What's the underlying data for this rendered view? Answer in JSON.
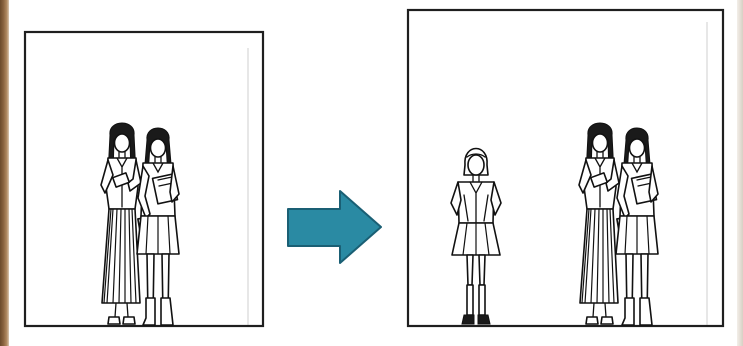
{
  "diagram": {
    "panels": [
      {
        "id": "before",
        "figures": [
          "woman-long-hair",
          "woman-with-book"
        ]
      },
      {
        "id": "after",
        "figures": [
          "girl-in-uniform",
          "woman-long-hair",
          "woman-with-book"
        ]
      }
    ],
    "connector": {
      "type": "arrow",
      "direction": "right",
      "color": "#2a8aa3",
      "border_color": "#1a5f74"
    },
    "frame_color": "#1f1f1f"
  }
}
